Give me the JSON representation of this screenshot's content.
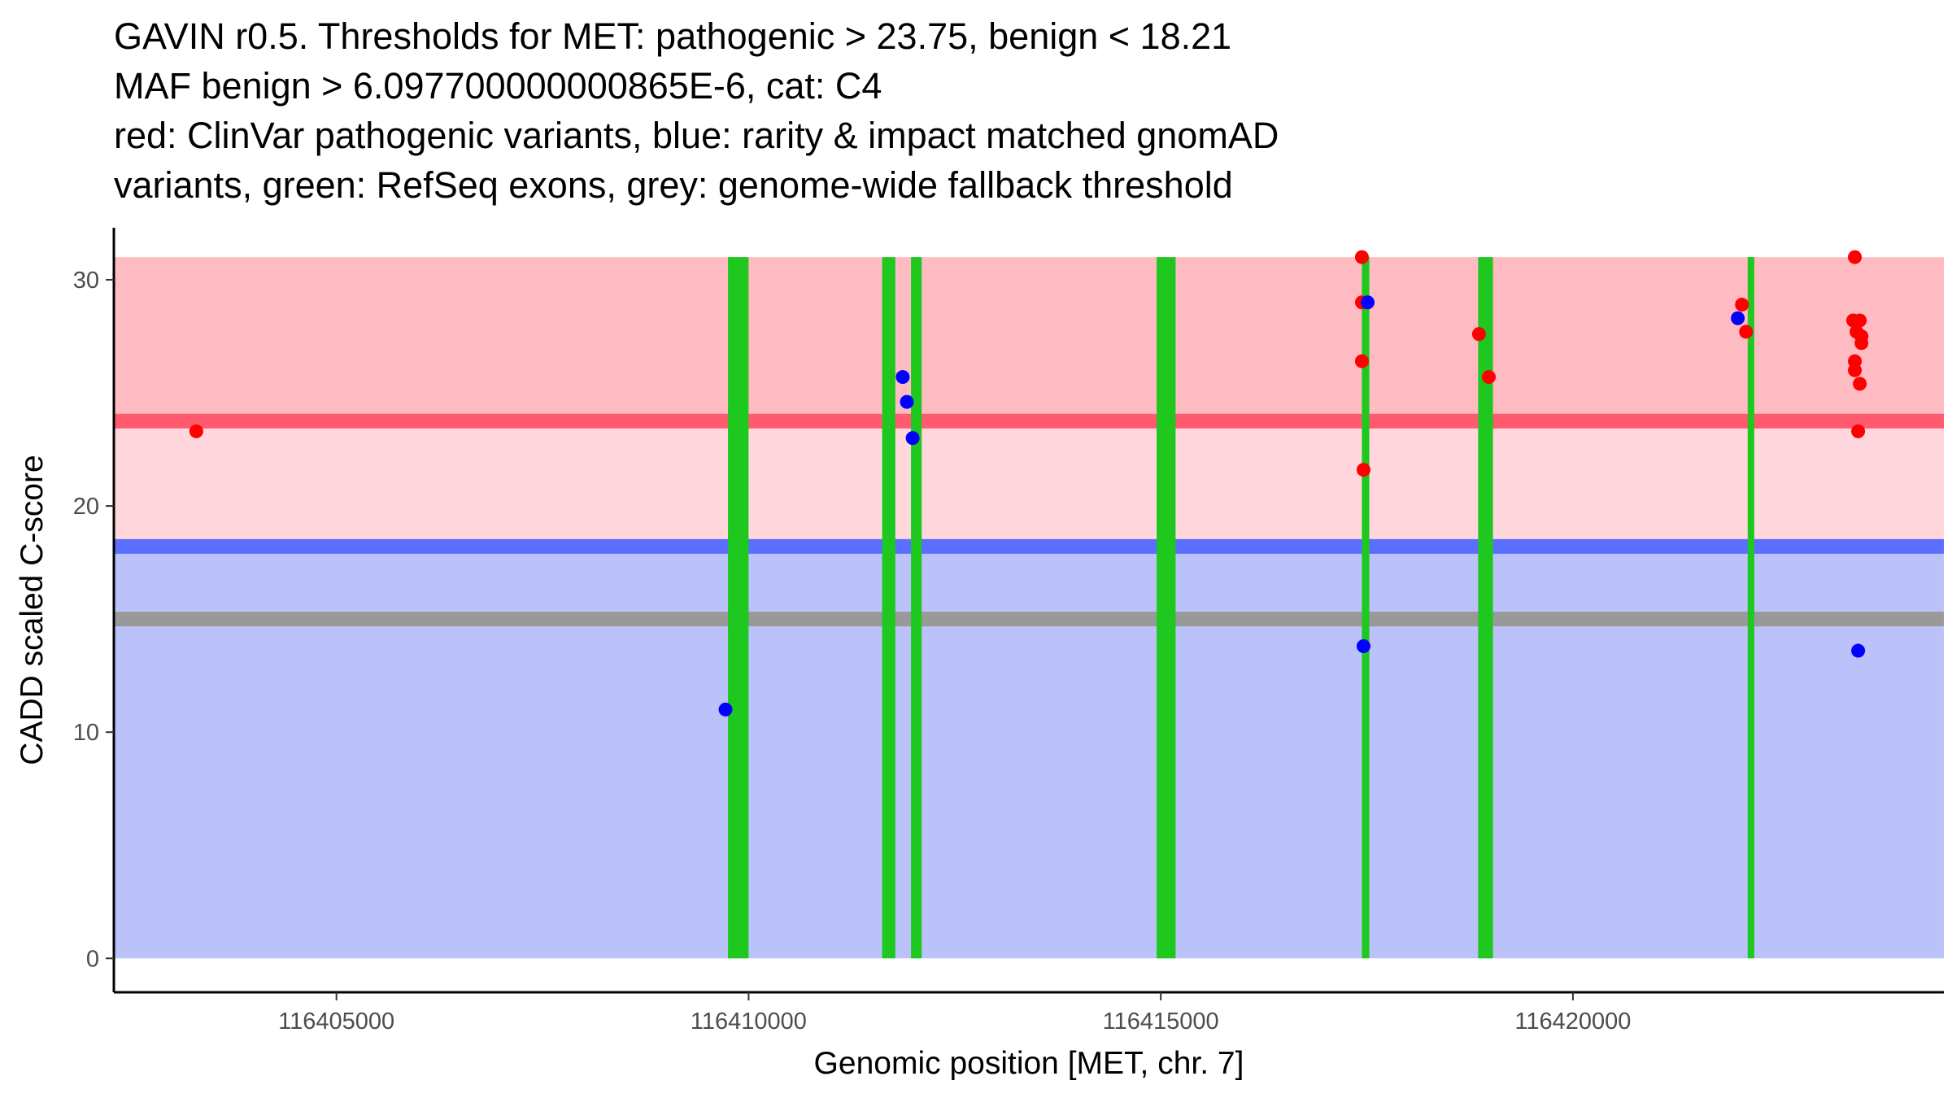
{
  "chart_data": {
    "type": "scatter",
    "title_lines": [
      "GAVIN r0.5. Thresholds for MET: pathogenic > 23.75, benign < 18.21",
      "MAF benign > 6.097700000000865E-6, cat: C4",
      "red: ClinVar pathogenic variants, blue: rarity & impact matched gnomAD",
      "variants, green: RefSeq exons, grey: genome-wide fallback threshold"
    ],
    "xlabel": "Genomic position [MET, chr. 7]",
    "ylabel": "CADD scaled C-score",
    "xlim": [
      116402300,
      116424500
    ],
    "ylim": [
      -1.5,
      32.3
    ],
    "x_ticks": [
      116405000,
      116410000,
      116415000,
      116420000
    ],
    "y_ticks": [
      0,
      10,
      20,
      30
    ],
    "grid": false,
    "regions": {
      "pathogenic_zone": {
        "from": 23.75,
        "to": 31,
        "color": "#ffbbc2"
      },
      "pathogenic_threshold": {
        "value": 23.75,
        "color": "#ff5a6e"
      },
      "intermediate_zone": {
        "from": 18.21,
        "to": 23.75,
        "color": "#ffd7dd"
      },
      "benign_threshold": {
        "value": 18.21,
        "color": "#5a6eff"
      },
      "benign_zone": {
        "from": 0,
        "to": 18.21,
        "color": "#bbc2fa"
      },
      "fallback_threshold": {
        "value": 15,
        "color": "#999999"
      }
    },
    "exons": {
      "color": "#1ec81e",
      "ranges": [
        [
          116409750,
          116410000
        ],
        [
          116411620,
          116411780
        ],
        [
          116411970,
          116412100
        ],
        [
          116414950,
          116415180
        ],
        [
          116417440,
          116417530
        ],
        [
          116418850,
          116419030
        ],
        [
          116422120,
          116422200
        ]
      ]
    },
    "series": [
      {
        "name": "ClinVar pathogenic variants",
        "color": "#ff0000",
        "points": [
          [
            116403300,
            23.3
          ],
          [
            116417440,
            31.0
          ],
          [
            116417440,
            29.0
          ],
          [
            116417440,
            26.4
          ],
          [
            116417460,
            21.6
          ],
          [
            116418860,
            27.6
          ],
          [
            116418980,
            25.7
          ],
          [
            116422050,
            28.9
          ],
          [
            116422100,
            27.7
          ],
          [
            116423420,
            31.0
          ],
          [
            116423400,
            28.2
          ],
          [
            116423480,
            28.2
          ],
          [
            116423440,
            27.7
          ],
          [
            116423500,
            27.5
          ],
          [
            116423500,
            27.2
          ],
          [
            116423420,
            26.4
          ],
          [
            116423420,
            26.0
          ],
          [
            116423480,
            25.4
          ],
          [
            116423460,
            23.3
          ]
        ]
      },
      {
        "name": "rarity & impact matched gnomAD variants",
        "color": "#0000ff",
        "points": [
          [
            116409720,
            11.0
          ],
          [
            116411870,
            25.7
          ],
          [
            116411920,
            24.6
          ],
          [
            116411990,
            23.0
          ],
          [
            116417510,
            29.0
          ],
          [
            116417460,
            13.8
          ],
          [
            116422000,
            28.3
          ],
          [
            116423460,
            13.6
          ]
        ]
      }
    ]
  }
}
